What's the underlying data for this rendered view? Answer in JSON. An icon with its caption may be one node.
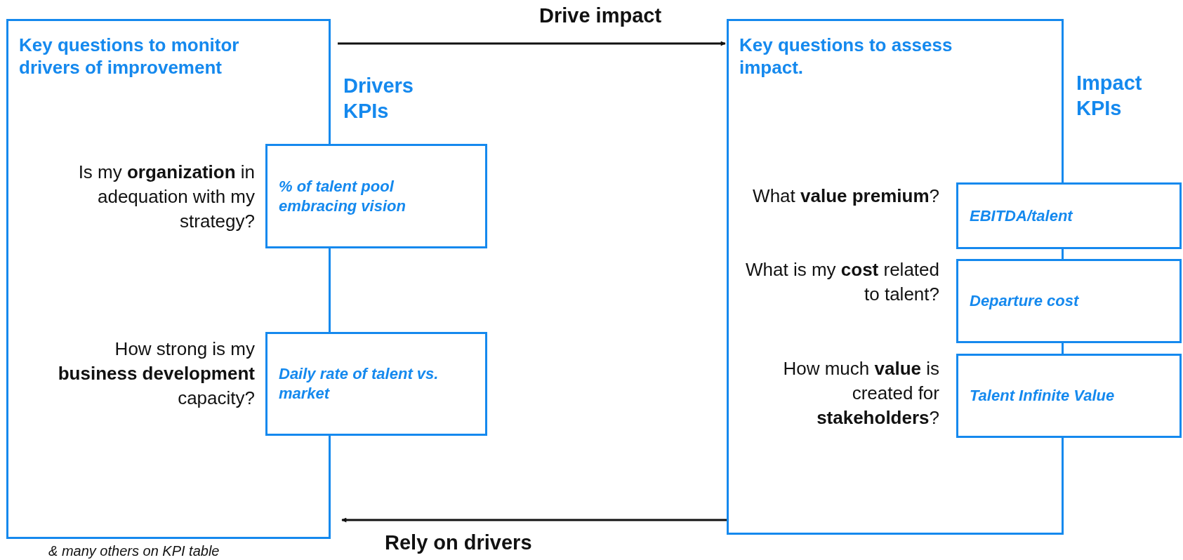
{
  "diagram": {
    "nodes": [
      {
        "text": [
          "Key questions to monitor drivers of improvement",
          "Is my **organization** in adequation with my strategy?",
          "How strong is my **business development** capacity?"
        ],
        "beside": [
          "& many others on KPI table"
        ]
      },
      {
        "text": [
          "% of talent pool embracing vision"
        ]
      },
      {
        "text": [
          "Daily rate of talent vs. market"
        ]
      },
      {
        "text": [
          "Key questions to assess impact.",
          "What **value premium**?",
          "What is my **cost** related to talent?",
          "How much **value** is created for **stakeholders**?"
        ]
      },
      {
        "text": [
          "EBITDA/talent"
        ]
      },
      {
        "text": [
          "Departure cost"
        ]
      },
      {
        "text": [
          "Talent Infinite Value"
        ]
      }
    ],
    "edges": [
      {
        "from": 0,
        "to": 3,
        "arrow": "to",
        "label": "Drive impact"
      },
      {
        "from": 3,
        "to": 0,
        "arrow": "to",
        "label": "Rely on drivers"
      }
    ],
    "labels": [
      "Drivers KPIs",
      "Impact KPIs"
    ]
  }
}
